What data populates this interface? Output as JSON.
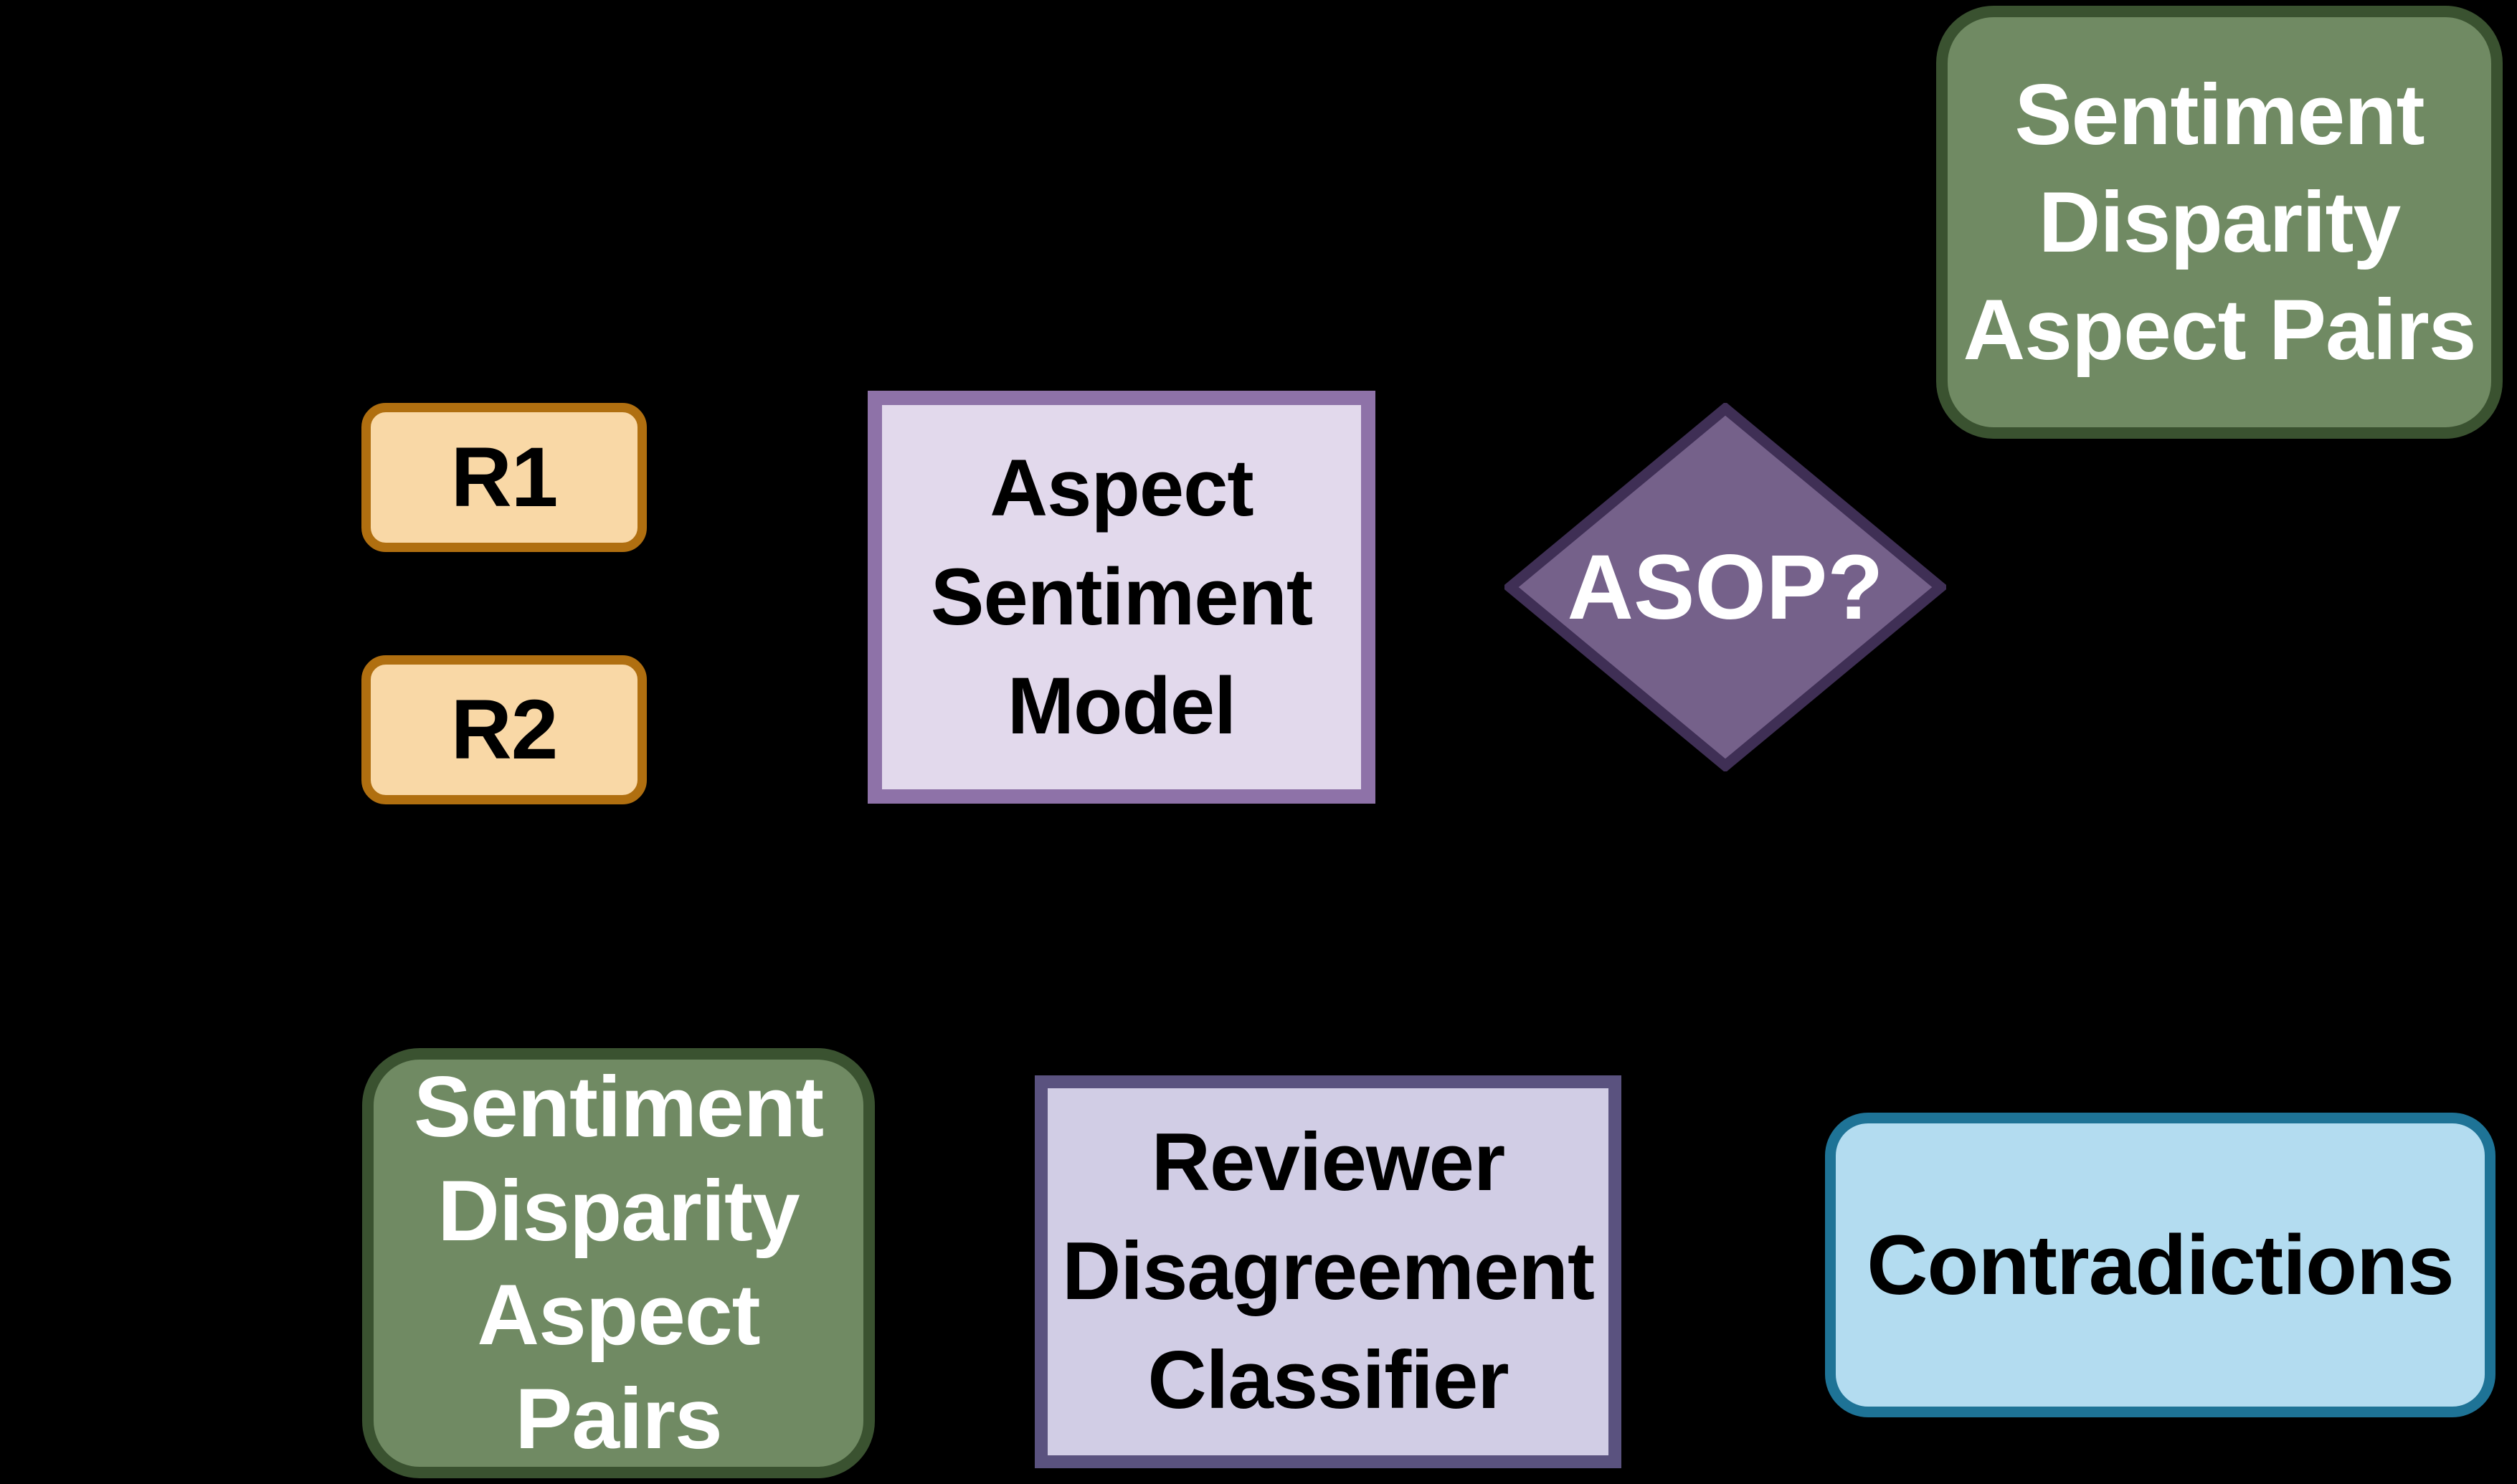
{
  "figure": {
    "type": "flowchart",
    "background_color": "#000000",
    "nodes": {
      "r1": {
        "label": "R1",
        "shape": "rounded-rect",
        "fill": "#f9d8a6",
        "border": "#b06f10",
        "text_color": "#000000"
      },
      "r2": {
        "label": "R2",
        "shape": "rounded-rect",
        "fill": "#f9d8a6",
        "border": "#b06f10",
        "text_color": "#000000"
      },
      "aspect_sentiment_model": {
        "label": "Aspect\nSentiment\nModel",
        "shape": "rect",
        "fill": "#e2d9ec",
        "border": "#8e72a8",
        "text_color": "#000000"
      },
      "asop_decision": {
        "label": "ASOP?",
        "shape": "diamond",
        "fill": "#75618a",
        "border": "#3f2f55",
        "text_color": "#ffffff"
      },
      "sentiment_disparity_aspect_pairs_top": {
        "label": "Sentiment\nDisparity\nAspect Pairs",
        "shape": "rounded-rect",
        "fill": "#708a63",
        "border": "#3a5230",
        "text_color": "#ffffff"
      },
      "sentiment_disparity_aspect_pairs_bottom": {
        "label": "Sentiment\nDisparity\nAspect\nPairs",
        "shape": "rounded-rect",
        "fill": "#708a63",
        "border": "#3a5230",
        "text_color": "#ffffff"
      },
      "reviewer_disagreement_classifier": {
        "label": "Reviewer\nDisagreement\nClassifier",
        "shape": "rect",
        "fill": "#d1cde5",
        "border": "#5a527f",
        "text_color": "#000000"
      },
      "contradictions": {
        "label": "Contradictions",
        "shape": "rounded-rect",
        "fill": "#b3dcf0",
        "border": "#1e7396",
        "text_color": "#000000"
      }
    }
  }
}
